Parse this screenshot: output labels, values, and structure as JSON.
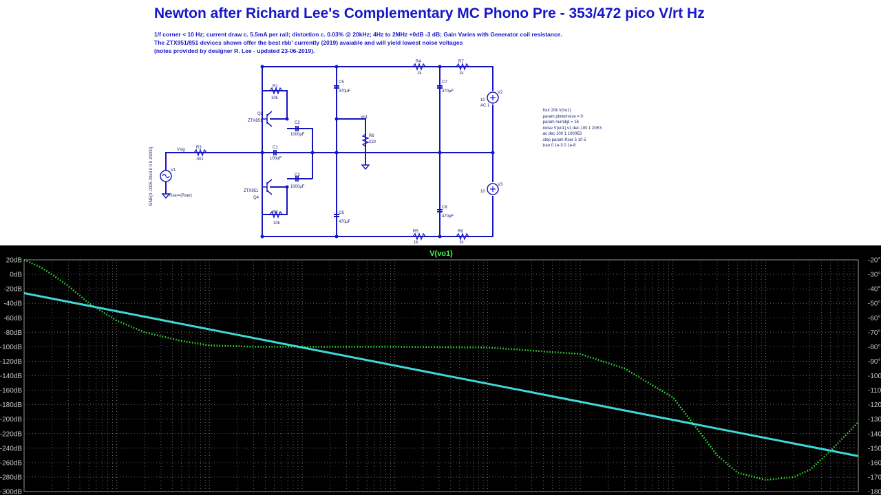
{
  "title": "Newton after Richard Lee's Complementary  MC Phono Pre - 353/472 pico V/rt Hz",
  "notes": [
    "1/f corner < 10 Hz; current draw c. 5.5mA per rail; distortion c. 0.03% @ 20kHz; 4Hz to 2MHz +0dB -3 dB; Gain Varies with Generator coil resistance.",
    "The ZTX951/851 devices shown offer the best rbb' currently (2019)  avaiable and will yield lowest noise voltages",
    " (notes provided by designer R. Lee - updated 23-06-2019)."
  ],
  "schematic": {
    "labels": {
      "r1": "R1",
      "r1v": "10k",
      "r2": "R2",
      "r2v": "10k",
      "r3": "R3",
      "r3v": ".001",
      "r4": "R4",
      "r4v": "1k",
      "r5": "R5",
      "r5v": "1k",
      "r6": "R6",
      "r6v": "220",
      "r7": "R7",
      "r7v": "1k",
      "r8": "R8",
      "r8v": "1k",
      "c1": "C1",
      "c1v": "100pF",
      "c2": "C2",
      "c2v": "1000µF",
      "c3": "C3",
      "c3v": "1000µF",
      "c5": "C5",
      "c5v": "470µF",
      "c6": "C6",
      "c6v": "470µF",
      "c7": "C7",
      "c7v": "470µF",
      "c8": "C8",
      "c8v": "470µF",
      "q2": "Q2",
      "q2t": "ZTX851",
      "q4": "Q4",
      "q4t": "ZTX951",
      "v1": "V1",
      "v1param": "Rser=(Rser)",
      "v1sine": "SINE(0 .0005 20e3 0 0 0 20000)",
      "v2": "V2",
      "v2v": "10",
      "v2ac": "AC 1",
      "v3": "V3",
      "v3v": "10",
      "vsig": "Vsig",
      "vo1": "Vo1"
    },
    "directives": [
      ".four 20k V(vo1)",
      ".param plotwinsize = 0",
      ".param numdgt = 16",
      ";noise V(vo1) v1 dec 100 1 20E3",
      ".ac dec 100 1 1000E6",
      ".step param Rser 5 10 5",
      " ;tran 0 1e-3 0 1e-8"
    ]
  },
  "plot": {
    "trace_title": "V(vo1)",
    "left_ticks": [
      "20dB",
      "0dB",
      "-20dB",
      "-40dB",
      "-60dB",
      "-80dB",
      "-100dB",
      "-120dB",
      "-140dB",
      "-160dB",
      "-180dB",
      "-200dB",
      "-220dB",
      "-240dB",
      "-260dB",
      "-280dB",
      "-300dB"
    ],
    "right_ticks": [
      "-20°",
      "-30°",
      "-40°",
      "-50°",
      "-60°",
      "-70°",
      "-80°",
      "-90°",
      "-100°",
      "-110°",
      "-120°",
      "-130°",
      "-140°",
      "-150°",
      "-160°",
      "-170°",
      "-180°"
    ],
    "colors": {
      "background": "#000000",
      "magnitude": "#3fd8d8",
      "phase": "#2ee82e",
      "title": "#4cff4c",
      "grid": "#7a7a7a"
    }
  },
  "chart_data": {
    "type": "line",
    "title": "V(vo1)",
    "xscale": "log",
    "x_range_hz": [
      1,
      1000000000
    ],
    "ylim_left_db": [
      -300,
      20
    ],
    "ylim_right_deg": [
      -180,
      -20
    ],
    "grid": true,
    "series": [
      {
        "axis": "left",
        "style": "solid",
        "x": [
          1,
          1000000000
        ],
        "y": [
          -26,
          -251
        ]
      },
      {
        "axis": "right",
        "style": "dotted",
        "x": [
          1,
          1.5,
          2,
          3,
          5,
          10,
          20,
          50,
          100,
          300,
          1000,
          3000,
          10000,
          100000,
          1000000,
          3000000,
          10000000,
          20000000,
          30000000,
          50000000,
          100000000,
          200000000,
          300000000,
          500000000,
          1000000000
        ],
        "y": [
          -20,
          -25,
          -30,
          -38,
          -50,
          -62,
          -70,
          -76,
          -79,
          -80,
          -80,
          -80,
          -80,
          -80.5,
          -85,
          -95,
          -115,
          -140,
          -155,
          -167,
          -172,
          -170,
          -165,
          -152,
          -132
        ]
      }
    ]
  }
}
